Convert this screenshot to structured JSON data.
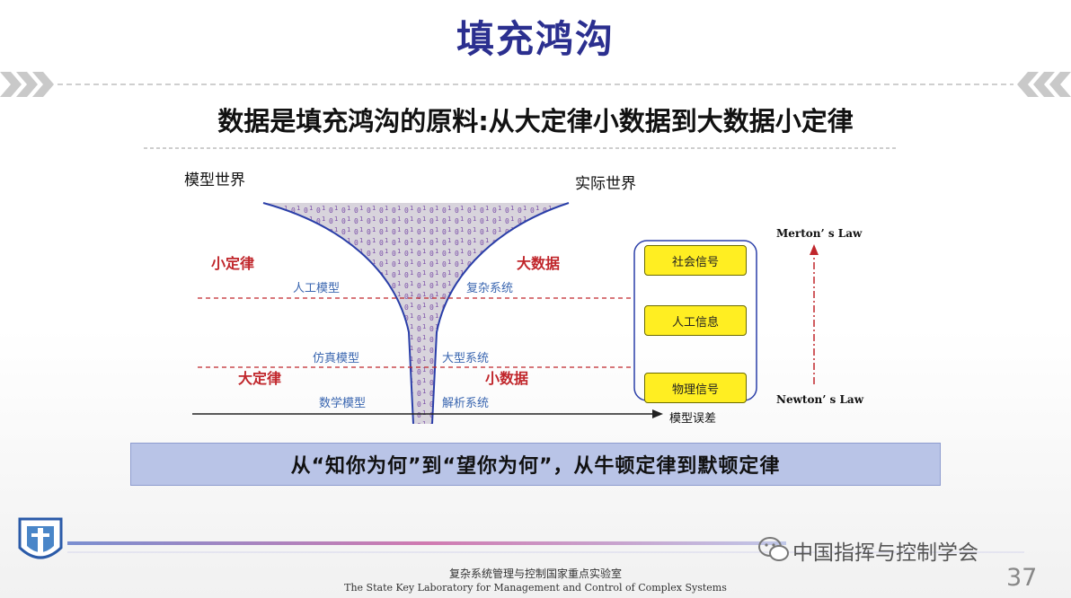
{
  "title": "填充鸿沟",
  "headline": "数据是填充鸿沟的原料:从大定律小数据到大数据小定律",
  "diagram": {
    "model_world": "模型世界",
    "real_world": "实际世界",
    "small_law": "小定律",
    "big_law": "大定律",
    "big_data": "大数据",
    "small_data": "小数据",
    "artificial_model": "人工模型",
    "simulation_model": "仿真模型",
    "math_model": "数学模型",
    "complex_system": "复杂系统",
    "large_system": "大型系统",
    "analytic_system": "解析系统",
    "model_error": "模型误差",
    "signals": [
      "社会信号",
      "人工信息",
      "物理信号"
    ],
    "merton_law": "Merton’ s Law",
    "newton_law": "Newton’ s Law"
  },
  "banner": "从“知你为何”到“望你为何”，从牛顿定律到默顿定律",
  "footer": {
    "lab_cn": "复杂系统管理与控制国家重点实验室",
    "lab_en": "The State Key Laboratory for Management and Control of Complex Systems",
    "wechat": "中国指挥与控制学会",
    "page": "37"
  },
  "colors": {
    "title": "#2b2f8f",
    "red": "#c0262b",
    "blue": "#3a66b0",
    "signal": "#ffee22",
    "banner": "#b9c4e7"
  }
}
